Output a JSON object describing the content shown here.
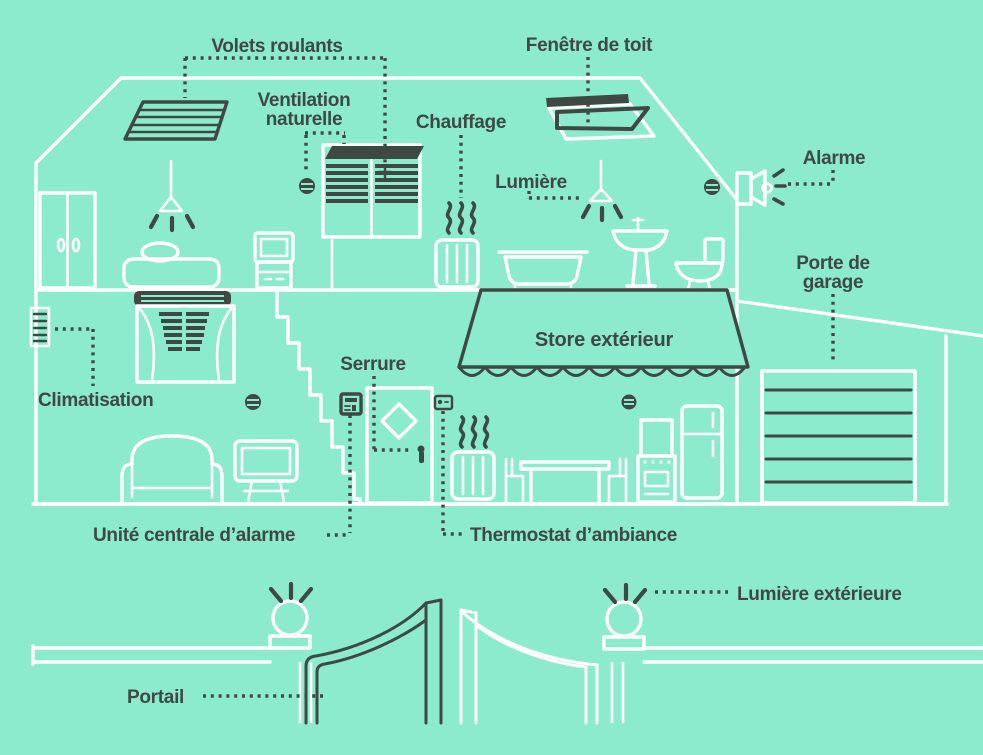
{
  "palette": {
    "background": "#8DEBCD",
    "ink": "#3E4944",
    "line": "#FFFFFF"
  },
  "labels": {
    "volets_roulants": "Volets roulants",
    "ventilation_line1": "Ventilation",
    "ventilation_line2": "naturelle",
    "fenetre_de_toit": "Fenêtre de toit",
    "chauffage": "Chauffage",
    "lumiere": "Lumière",
    "alarme": "Alarme",
    "porte_de_garage_line1": "Porte de",
    "porte_de_garage_line2": "garage",
    "store_exterieur": "Store extérieur",
    "serrure": "Serrure",
    "climatisation": "Climatisation",
    "unite_centrale": "Unité centrale d’alarme",
    "thermostat": "Thermostat d’ambiance",
    "portail": "Portail",
    "lumiere_exterieure": "Lumière extérieure"
  }
}
